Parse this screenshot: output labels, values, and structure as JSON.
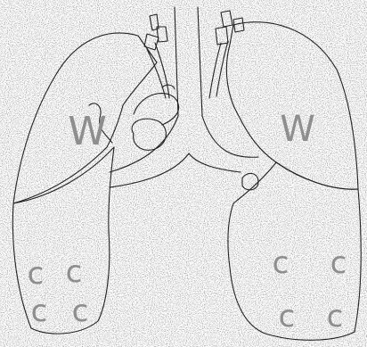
{
  "diagram": {
    "subject": "lungs-line-drawing",
    "colors": {
      "background": "#ffffff",
      "outline": "#222222",
      "letter_marks": "#8e8e8e"
    },
    "handwritten_marks": {
      "upper_left_lobe": "W",
      "upper_right_lobe": "W",
      "lower_left_lobe": [
        "c",
        "c",
        "c",
        "c"
      ],
      "lower_right_lobe": [
        "c",
        "c",
        "c",
        "c"
      ]
    }
  }
}
